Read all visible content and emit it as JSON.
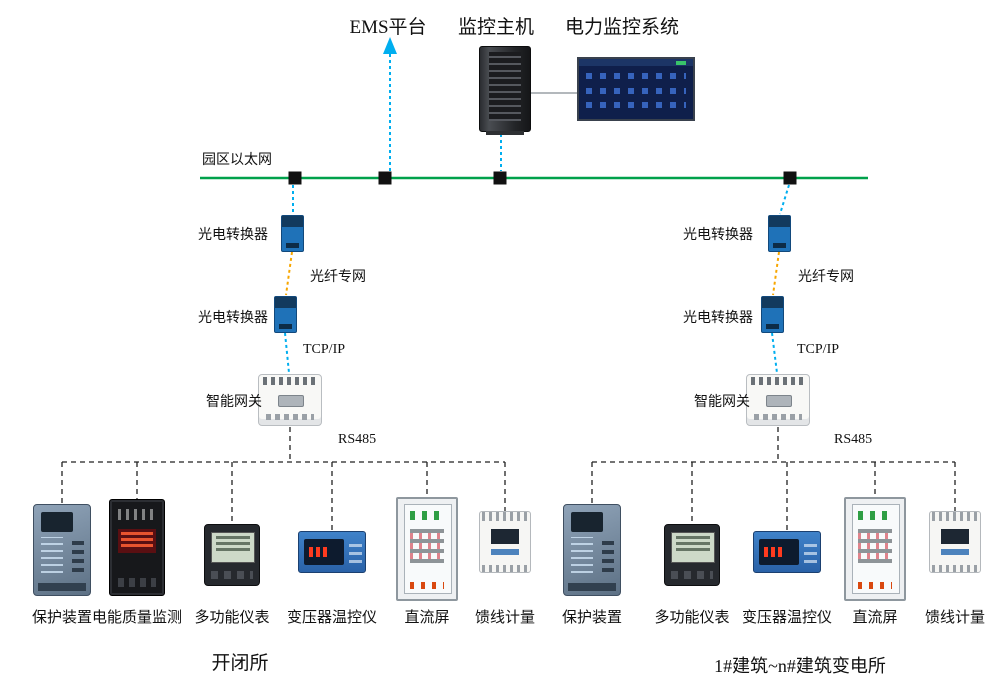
{
  "top": {
    "ems_label": "EMS平台",
    "host_label": "监控主机",
    "system_label": "电力监控系统"
  },
  "network": {
    "campus_ethernet": "园区以太网",
    "fiber_link": "光纤专网",
    "tcp_ip": "TCP/IP",
    "rs485": "RS485",
    "media_converter": "光电转换器",
    "smart_gateway": "智能网关"
  },
  "left_station": {
    "caption": "开闭所",
    "device_labels": [
      "保护装置",
      "电能质量监测",
      "多功能仪表",
      "变压器温控仪",
      "直流屏",
      "馈线计量"
    ]
  },
  "right_station": {
    "caption": "1#建筑~n#建筑变电所",
    "device_labels": [
      "保护装置",
      "多功能仪表",
      "变压器温控仪",
      "直流屏",
      "馈线计量"
    ]
  },
  "colors": {
    "ethernet_line": "#00a14b",
    "fiber_blue": "#00aeef",
    "fiber_orange": "#f7a600",
    "bus_dashed": "#222222"
  }
}
